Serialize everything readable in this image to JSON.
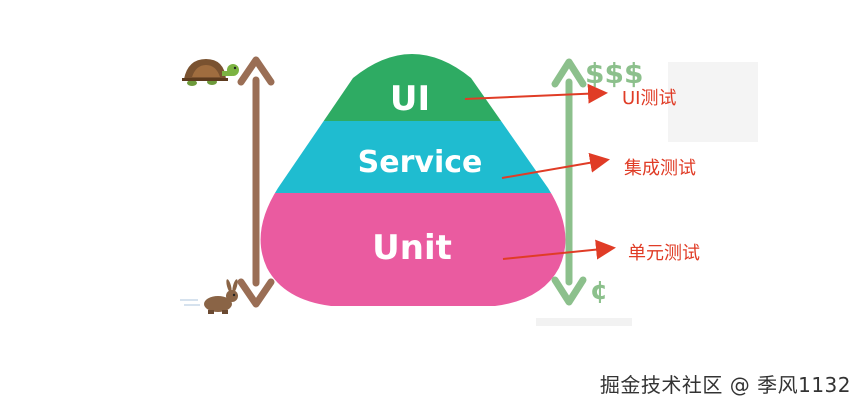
{
  "pyramid": {
    "ui_label": "UI",
    "service_label": "Service",
    "unit_label": "Unit",
    "colors": {
      "ui": "#2eab63",
      "service": "#1fbcd0",
      "unit": "#ea5ba0"
    }
  },
  "annotations": {
    "ui": "UI测试",
    "service": "集成测试",
    "unit": "单元测试",
    "color": "#e03c26"
  },
  "cost_axis": {
    "top": "$$$",
    "bottom": "¢",
    "color": "#8cc08c"
  },
  "speed_axis": {
    "slow_icon": "turtle-icon",
    "fast_icon": "rabbit-icon",
    "color": "#9a6e55"
  },
  "watermark": {
    "text": "掘金技术社区 @ 季风1132"
  }
}
